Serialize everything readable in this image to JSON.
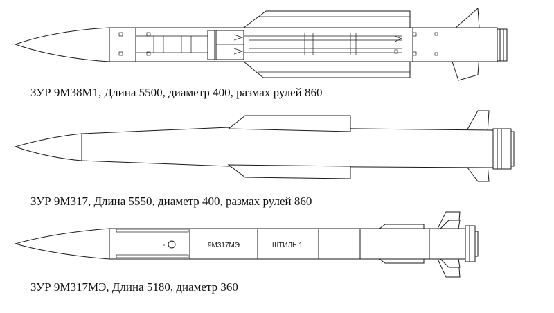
{
  "missiles": [
    {
      "caption": "ЗУР 9М38М1, Длина 5500, диаметр 400, размах рулей 860"
    },
    {
      "caption": "ЗУР 9М317, Длина 5550, диаметр 400, размах рулей 860"
    },
    {
      "caption": "ЗУР 9М317МЭ, Длина 5180, диаметр 360",
      "body_label_1": "9М317МЭ",
      "body_label_2": "ШТИЛЬ 1"
    }
  ],
  "colors": {
    "line": "#1a1a1a",
    "background": "#ffffff"
  }
}
